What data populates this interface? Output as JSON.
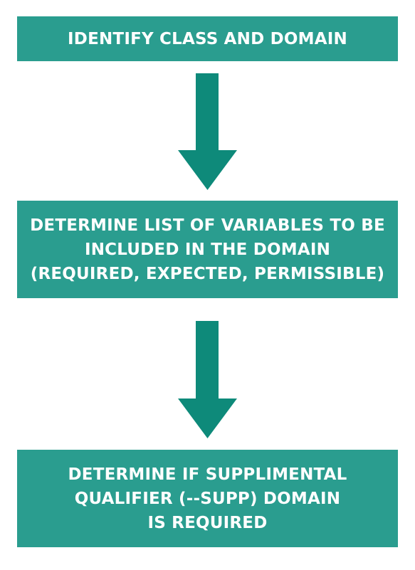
{
  "colors": {
    "box_fill": "#2a9d8f",
    "arrow_fill": "#0e8a7a",
    "text": "#ffffff",
    "background": "#ffffff"
  },
  "steps": [
    {
      "lines": [
        "IDENTIFY CLASS AND DOMAIN"
      ]
    },
    {
      "lines": [
        "DETERMINE LIST OF VARIABLES TO BE",
        "INCLUDED IN THE DOMAIN",
        "(REQUIRED, EXPECTED, PERMISSIBLE)"
      ]
    },
    {
      "lines": [
        "DETERMINE IF SUPPLIMENTAL",
        "QUALIFIER (--SUPP) DOMAIN",
        "IS REQUIRED"
      ]
    }
  ],
  "arrows": [
    {
      "from": 1,
      "to": 2,
      "icon": "down-arrow-icon"
    },
    {
      "from": 2,
      "to": 3,
      "icon": "down-arrow-icon"
    }
  ]
}
